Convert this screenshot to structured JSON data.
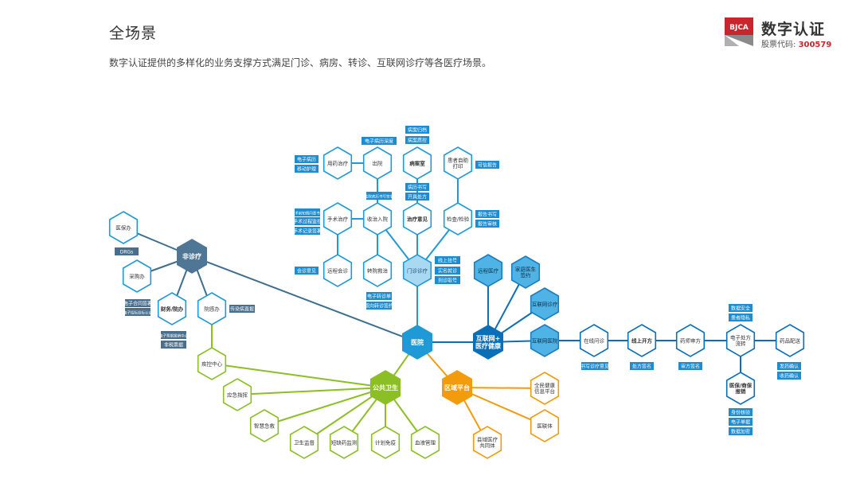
{
  "header": {
    "title": "全场景",
    "subtitle": "数字认证提供的多样化的业务支撑方式满足门诊、病房、转诊、互联网诊疗等各医疗场景。"
  },
  "logo": {
    "badge_text": "BJCA",
    "name": "数字认证",
    "stock_label": "股票代码:",
    "stock_code": "300579",
    "brand_color": "#c8252c"
  },
  "colors": {
    "line_hospital": "#3d6d8f",
    "non_clinic": "#4f7694",
    "hospital_blue": "#1f9ad6",
    "internet_blue": "#0b6fb8",
    "public_green": "#8cbf26",
    "regional_orange": "#f29b0c",
    "tag_blue": "#1d8cd1",
    "tag_gray": "#4a6f8c"
  },
  "nodes": [
    {
      "id": "hospital",
      "label": "医院",
      "style": "hospital"
    },
    {
      "id": "nonclinic",
      "label": "非诊疗",
      "style": "nonclinic"
    },
    {
      "id": "ybb",
      "label": "医保办",
      "style": "outline"
    },
    {
      "id": "cgb",
      "label": "采购办",
      "style": "outline"
    },
    {
      "id": "cwc",
      "label": "财务/院办",
      "style": "outline",
      "bold": true
    },
    {
      "id": "ygb",
      "label": "院感办",
      "style": "outline"
    },
    {
      "id": "jkzx",
      "label": "疾控中心",
      "style": "outline_green"
    },
    {
      "id": "mzzl",
      "label": "门诊诊疗",
      "style": "light"
    },
    {
      "id": "zlyj",
      "label": "治疗意见",
      "style": "outline",
      "bold": true
    },
    {
      "id": "bas",
      "label": "病案室",
      "style": "outline",
      "bold": true
    },
    {
      "id": "cy",
      "label": "出院",
      "style": "outline"
    },
    {
      "id": "yyzl",
      "label": "用药治疗",
      "style": "outline"
    },
    {
      "id": "sszl",
      "label": "手术治疗",
      "style": "outline"
    },
    {
      "id": "szry",
      "label": "收治入院",
      "style": "outline"
    },
    {
      "id": "ychz",
      "label": "远程会诊",
      "style": "outline"
    },
    {
      "id": "zyjz",
      "label": "转院救治",
      "style": "outline"
    },
    {
      "id": "jcjy",
      "label": "检查/检验",
      "style": "outline"
    },
    {
      "id": "hzzz",
      "label": "患者自助\n打印",
      "style": "outline"
    },
    {
      "id": "hlw",
      "label": "互联网+\n医疗健康",
      "style": "internet"
    },
    {
      "id": "ycyl",
      "label": "远程医疗",
      "style": "light_mid"
    },
    {
      "id": "jtys",
      "label": "家庭医生\n签约",
      "style": "light_mid"
    },
    {
      "id": "hlwzl",
      "label": "互联网诊疗",
      "style": "light_mid"
    },
    {
      "id": "hlwyy",
      "label": "互联网医院",
      "style": "light_mid"
    },
    {
      "id": "zxwz",
      "label": "在线问诊",
      "style": "outline_blue"
    },
    {
      "id": "xskf",
      "label": "线上开方",
      "style": "outline_blue",
      "bold": true
    },
    {
      "id": "ysf",
      "label": "药师审方",
      "style": "outline_blue"
    },
    {
      "id": "dzcf",
      "label": "电子处方\n流转",
      "style": "outline_blue"
    },
    {
      "id": "ypps",
      "label": "药品配送",
      "style": "outline_blue"
    },
    {
      "id": "ysgb",
      "label": "医保/商保\n报销",
      "style": "outline_blue",
      "bold": true
    },
    {
      "id": "ggws",
      "label": "公共卫生",
      "style": "public"
    },
    {
      "id": "yjzh",
      "label": "应急指挥",
      "style": "outline_green"
    },
    {
      "id": "zhjj",
      "label": "智慧急救",
      "style": "outline_green"
    },
    {
      "id": "wsjd",
      "label": "卫生监督",
      "style": "outline_green"
    },
    {
      "id": "dqyjc",
      "label": "短缺药监测",
      "style": "outline_green"
    },
    {
      "id": "jhmy",
      "label": "计划免疫",
      "style": "outline_green"
    },
    {
      "id": "xygl",
      "label": "血液管理",
      "style": "outline_green"
    },
    {
      "id": "qypt",
      "label": "区域平台",
      "style": "regional"
    },
    {
      "id": "qmjk",
      "label": "全民健康\n信息平台",
      "style": "outline_orange"
    },
    {
      "id": "ylt",
      "label": "医联体",
      "style": "outline_orange"
    },
    {
      "id": "xyyl",
      "label": "县域医疗\n共同体",
      "style": "outline_orange"
    }
  ],
  "tags": [
    {
      "id": "t-drgs",
      "label": "DRGs",
      "style": "gray"
    },
    {
      "id": "t-dzhtqs",
      "label": "电子合同签署",
      "style": "gray"
    },
    {
      "id": "t-dzzbtb",
      "label": "电子招标投标认证",
      "style": "gray"
    },
    {
      "id": "t-dzpjbx",
      "label": "电子票据报销中心",
      "style": "gray"
    },
    {
      "id": "t-fspj",
      "label": "非税票据",
      "style": "gray"
    },
    {
      "id": "t-cbbl",
      "label": "传染病直报",
      "style": "gray"
    },
    {
      "id": "t-dzbl",
      "label": "电子病历",
      "style": "blue"
    },
    {
      "id": "t-ydhl",
      "label": "移动护理",
      "style": "blue"
    },
    {
      "id": "t-dzbldj",
      "label": "电子病历深度",
      "style": "blue"
    },
    {
      "id": "t-bagd",
      "label": "病案归档",
      "style": "blue"
    },
    {
      "id": "t-bazk",
      "label": "病案质控",
      "style": "blue"
    },
    {
      "id": "t-blsx",
      "label": "病历书写",
      "style": "blue"
    },
    {
      "id": "t-kjcf",
      "label": "开具处方",
      "style": "blue"
    },
    {
      "id": "t-kxbg",
      "label": "可信报告",
      "style": "blue"
    },
    {
      "id": "t-bgsx",
      "label": "报告书写",
      "style": "blue"
    },
    {
      "id": "t-bgsh",
      "label": "报告审核",
      "style": "blue"
    },
    {
      "id": "t-ssqx",
      "label": "术前知情同意书",
      "style": "blue"
    },
    {
      "id": "t-ssgc",
      "label": "手术过程监控",
      "style": "blue"
    },
    {
      "id": "t-ssjl",
      "label": "手术记录签署",
      "style": "blue"
    },
    {
      "id": "t-zybl",
      "label": "住院病历书写签字",
      "style": "blue"
    },
    {
      "id": "t-hzyj",
      "label": "会诊意见",
      "style": "blue"
    },
    {
      "id": "t-zysq",
      "label": "电子转诊单",
      "style": "blue"
    },
    {
      "id": "t-szhz",
      "label": "双向转诊签约",
      "style": "blue"
    },
    {
      "id": "t-xsgh",
      "label": "线上挂号",
      "style": "blue"
    },
    {
      "id": "t-smjz",
      "label": "实名就诊",
      "style": "blue"
    },
    {
      "id": "t-dzqh",
      "label": "到诊取号",
      "style": "blue"
    },
    {
      "id": "t-sjaq",
      "label": "数据安全",
      "style": "blue"
    },
    {
      "id": "t-hzys",
      "label": "患者隐私",
      "style": "blue"
    },
    {
      "id": "t-sxzl",
      "label": "书写诊疗意见",
      "style": "blue"
    },
    {
      "id": "t-cfqm",
      "label": "处方签名",
      "style": "blue"
    },
    {
      "id": "t-sfqm",
      "label": "审方签名",
      "style": "blue"
    },
    {
      "id": "t-fyqr",
      "label": "发药确认",
      "style": "blue"
    },
    {
      "id": "t-syqr",
      "label": "收药确认",
      "style": "blue"
    },
    {
      "id": "t-sfjy",
      "label": "身份核验",
      "style": "blue"
    },
    {
      "id": "t-dzpj",
      "label": "电子单据",
      "style": "blue"
    },
    {
      "id": "t-sjjm",
      "label": "数据加密",
      "style": "blue"
    }
  ]
}
